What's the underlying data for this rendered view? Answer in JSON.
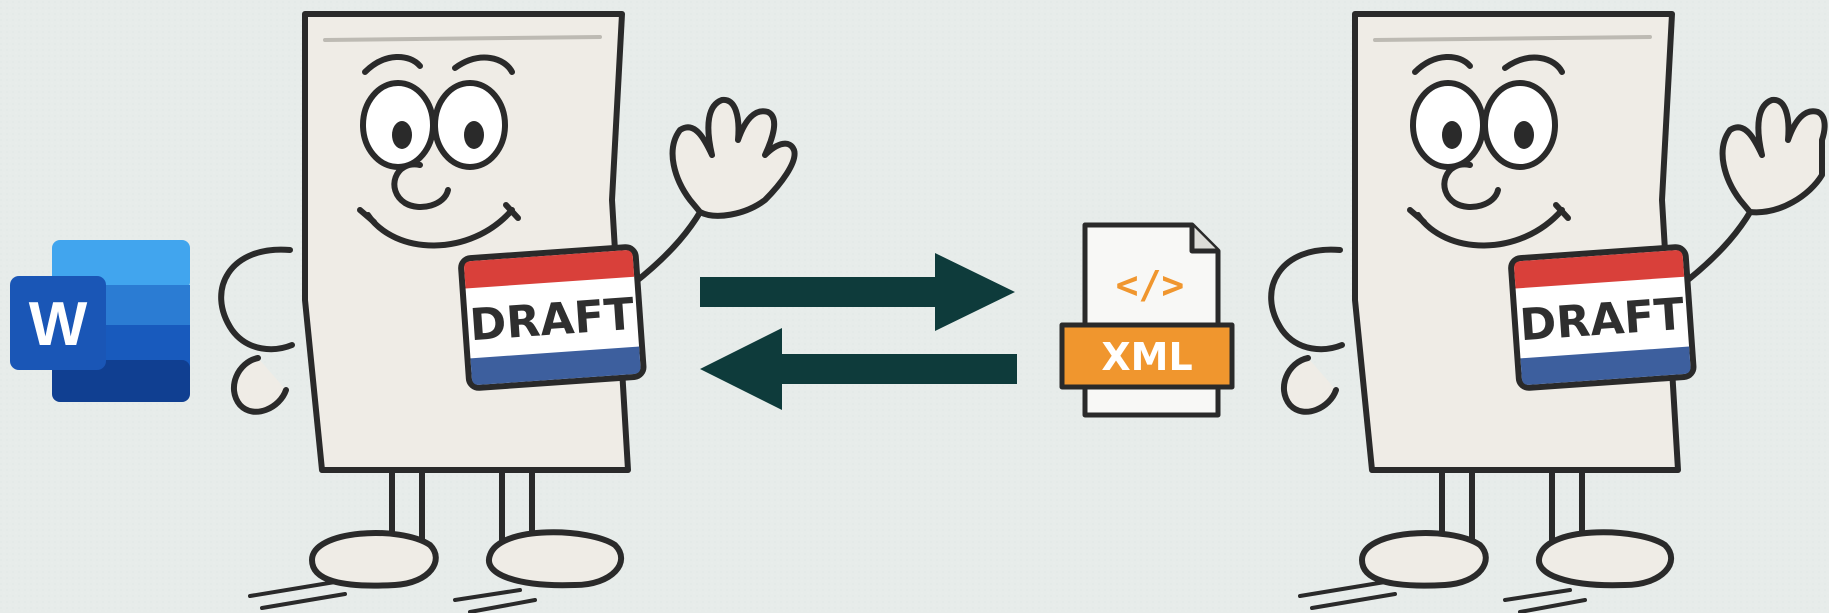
{
  "scene": {
    "background_color": "#e7ecea",
    "word_icon": {
      "icon": "microsoft-word-icon",
      "letter": "W",
      "colors": {
        "dark": "#185abd",
        "mid": "#2b7cd3",
        "light": "#41a5ee"
      }
    },
    "characters": [
      {
        "id": "left",
        "badge_text": "DRAFT"
      },
      {
        "id": "right",
        "badge_text": "DRAFT"
      }
    ],
    "badge_colors": {
      "top": "#d9403a",
      "bottom": "#3d5f9e"
    },
    "arrows": {
      "icon": "bidirectional-arrows-icon",
      "color": "#0e3b3b"
    },
    "xml_file": {
      "icon": "xml-file-icon",
      "code_glyph": "</>",
      "label": "XML",
      "accent_color": "#f0962e"
    }
  }
}
